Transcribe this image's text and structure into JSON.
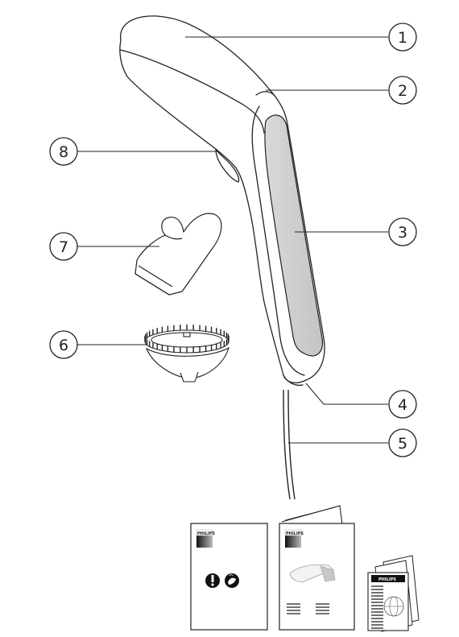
{
  "figure": {
    "kind": "product-parts-diagram",
    "callouts": [
      {
        "number": "1",
        "part": "body-top"
      },
      {
        "number": "2",
        "part": "top-edge"
      },
      {
        "number": "3",
        "part": "handle-panel"
      },
      {
        "number": "4",
        "part": "handle-bottom"
      },
      {
        "number": "5",
        "part": "power-cord"
      },
      {
        "number": "6",
        "part": "brush-attachment"
      },
      {
        "number": "7",
        "part": "glove"
      },
      {
        "number": "8",
        "part": "trigger-button"
      }
    ],
    "documents": {
      "brand_label": "PHILIPS",
      "icons": [
        "warning-icon",
        "steam-hand-icon"
      ]
    },
    "colors": {
      "line": "#222222",
      "panel": "#cfcfcf",
      "dark_block": "#1a1a1a"
    }
  }
}
